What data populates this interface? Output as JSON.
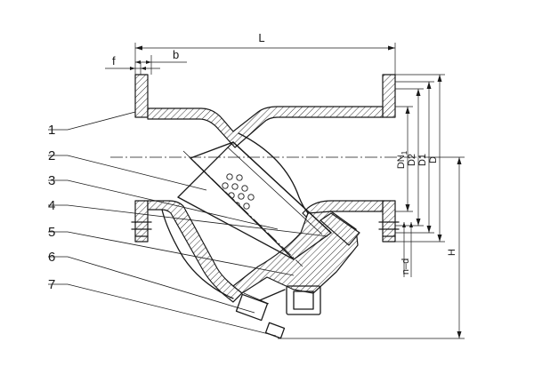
{
  "callouts": [
    "1",
    "2",
    "3",
    "4",
    "5",
    "6",
    "7"
  ],
  "dimensions": {
    "length": "L",
    "flange_thickness": "f",
    "flange_width": "b",
    "height": "H",
    "diameter_1": "D1",
    "diameter_2": "D2",
    "diameter_outer": "D",
    "nominal_diameter": "DN",
    "nominal_diameter_sub": "1",
    "bolt_holes": "n–d"
  }
}
